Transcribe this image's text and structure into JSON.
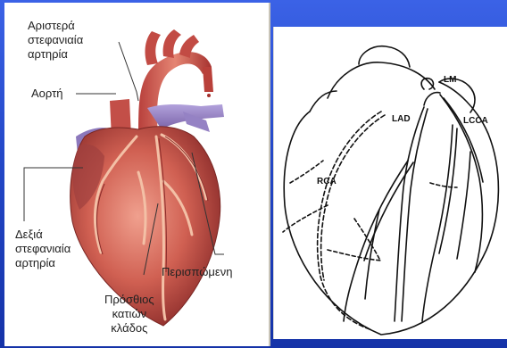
{
  "left_labels": {
    "left_coronary_artery": "Αριστερά\nστεφανιαία\nαρτηρία",
    "aorta": "Αορτή",
    "right_coronary_artery": "Δεξιά\nστεφανιαία\nαρτηρία",
    "circumflex": "Περισπώμενη",
    "anterior_descending": "Πρόσθιος\nκατιών\nκλάδος"
  },
  "right_labels": {
    "lm": "LM",
    "lad": "LAD",
    "lcca": "LCCA",
    "rca": "RCA"
  },
  "colors": {
    "background": "#2448c8",
    "heart": "#c9504a",
    "vessel": "#8f7bbf"
  }
}
